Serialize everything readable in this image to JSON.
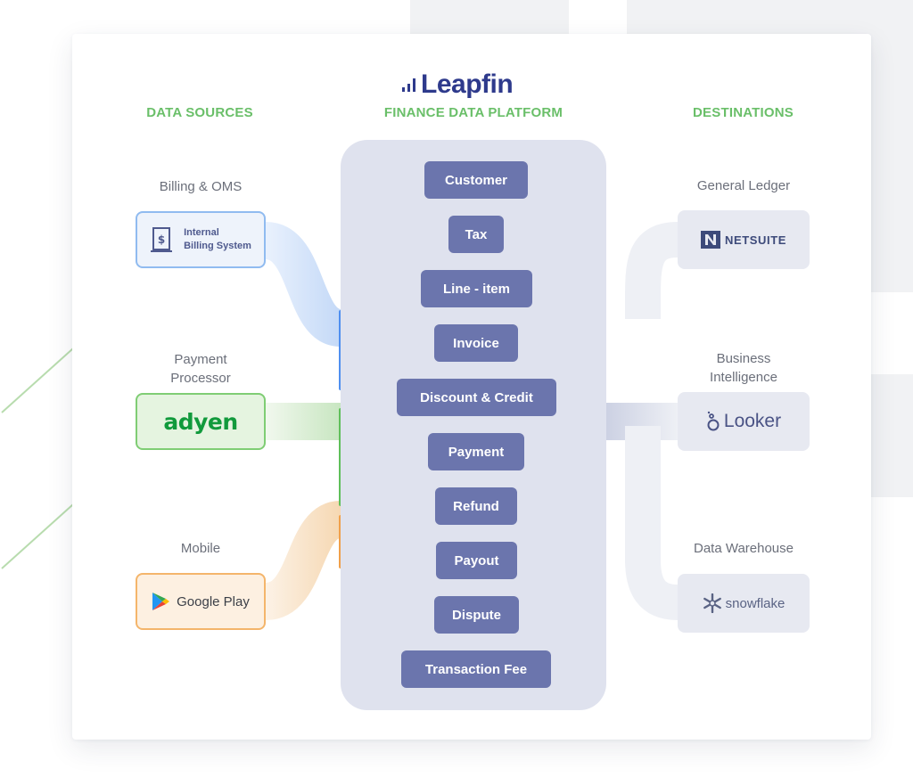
{
  "brand": {
    "name": "Leapfin"
  },
  "columns": {
    "sources": "DATA SOURCES",
    "platform": "FINANCE DATA PLATFORM",
    "destinations": "DESTINATIONS"
  },
  "sources": [
    {
      "group": "Billing & OMS",
      "name_line1": "Internal",
      "name_line2": "Billing System",
      "icon": "receipt-icon",
      "color": "#90bbf0"
    },
    {
      "group_line1": "Payment",
      "group_line2": "Processor",
      "name": "adyen",
      "icon": "adyen-logo",
      "color": "#7fcd74"
    },
    {
      "group": "Mobile",
      "name": "Google Play",
      "icon": "google-play-icon",
      "color": "#f4b56b"
    }
  ],
  "platform_items": [
    "Customer",
    "Tax",
    "Line - item",
    "Invoice",
    "Discount & Credit",
    "Payment",
    "Refund",
    "Payout",
    "Dispute",
    "Transaction Fee"
  ],
  "destinations": [
    {
      "group": "General Ledger",
      "name": "NETSUITE",
      "icon": "netsuite-icon"
    },
    {
      "group_line1": "Business",
      "group_line2": "Intelligence",
      "name": "Looker",
      "icon": "looker-icon"
    },
    {
      "group": "Data Warehouse",
      "name": "snowflake",
      "icon": "snowflake-icon"
    }
  ],
  "colors": {
    "accent_green": "#6abf69",
    "brand_navy": "#2e3a8c",
    "pill": "#6b75ad",
    "platform_bg": "#dfe2ee"
  }
}
